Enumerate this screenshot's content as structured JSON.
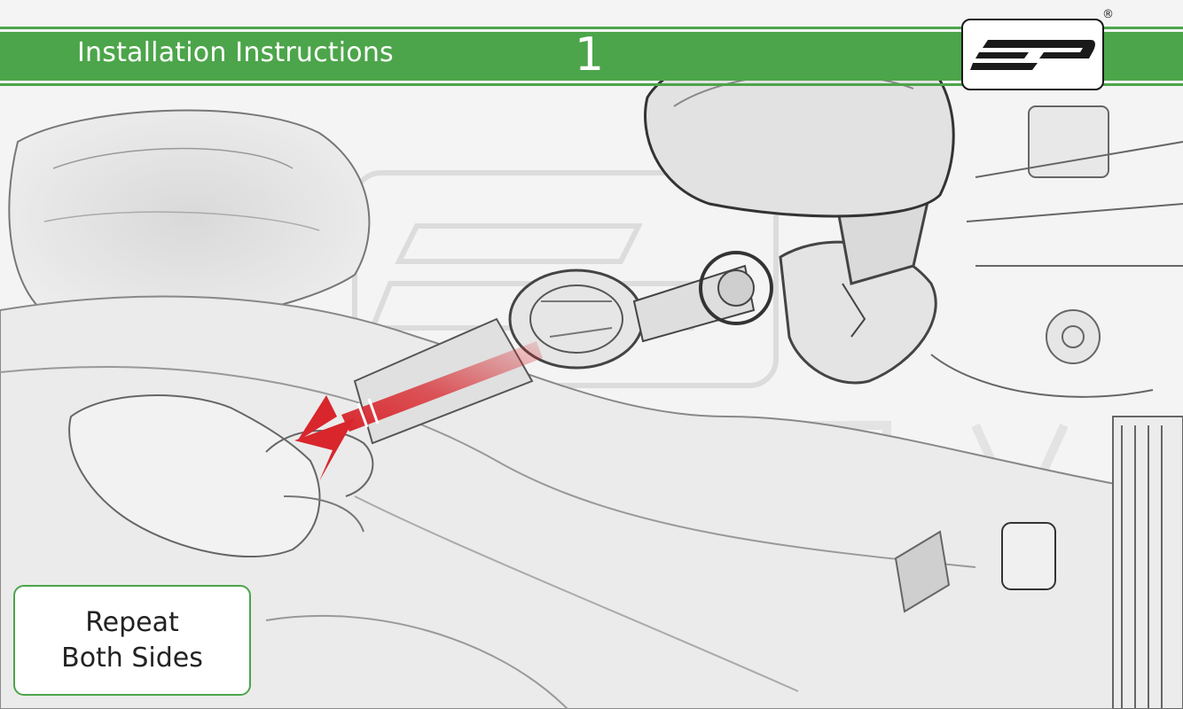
{
  "header": {
    "title": "Installation Instructions",
    "step_number": "1",
    "accent_color": "#4ca54a"
  },
  "logo": {
    "text": "EP",
    "registered_mark": "®"
  },
  "illustration": {
    "arrow_color": "#d8262c",
    "icon": "wrench-pull-arrow"
  },
  "note": {
    "line1": "Repeat",
    "line2": "Both Sides"
  }
}
